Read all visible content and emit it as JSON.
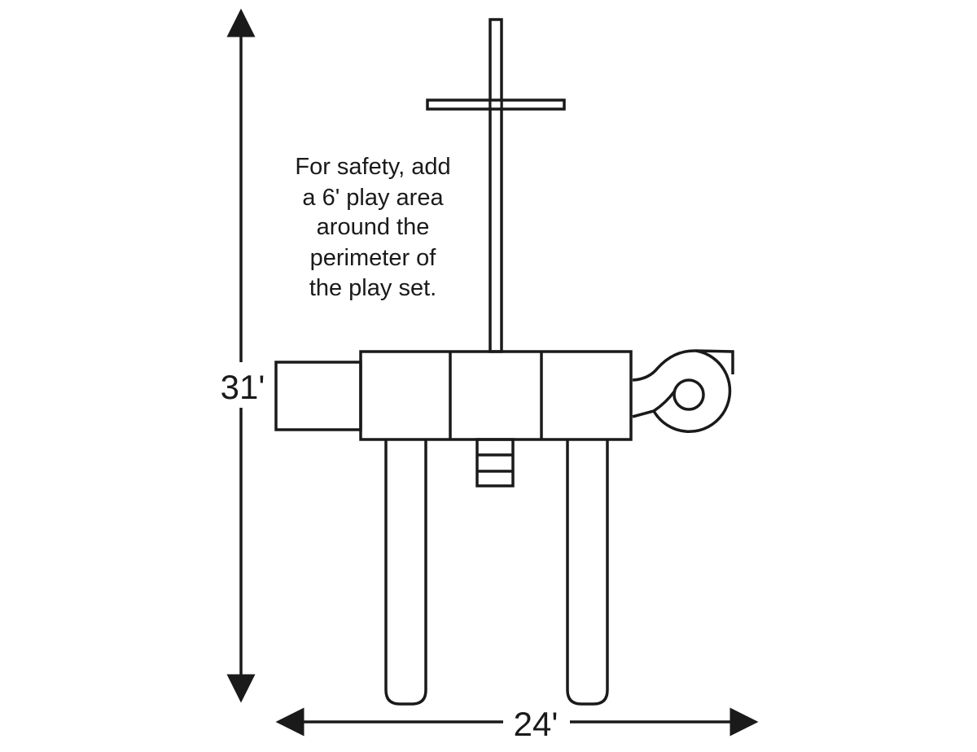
{
  "diagram": {
    "note_lines": [
      "For safety, add",
      "a 6' play area",
      "around the",
      "perimeter of",
      "the play set."
    ],
    "height_label": "31'",
    "width_label": "24'",
    "line_color": "#1a1a1a"
  }
}
